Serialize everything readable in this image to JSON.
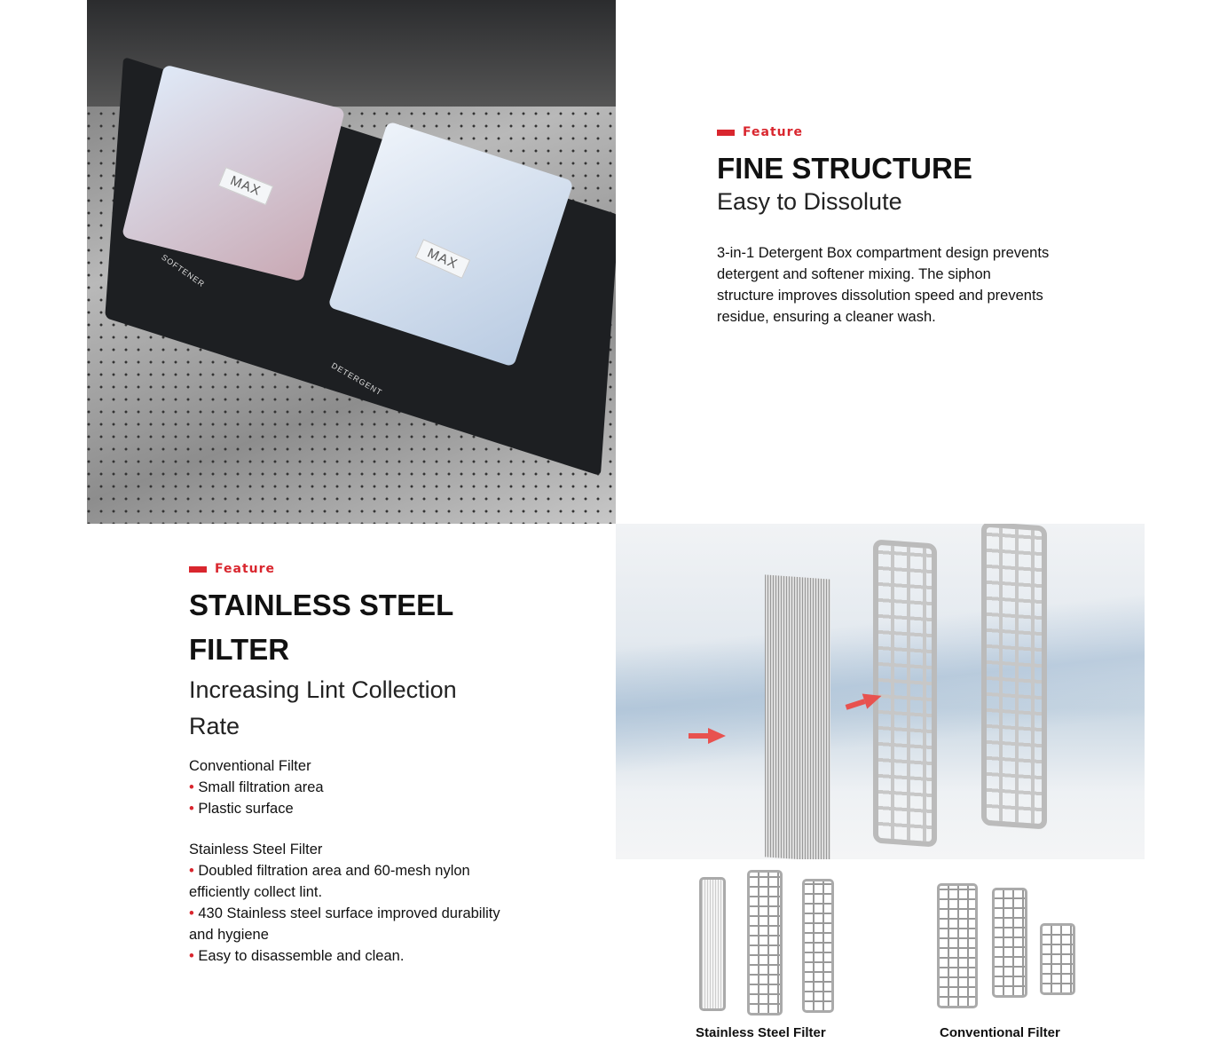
{
  "section1": {
    "tag": "Feature",
    "title": "FINE STRUCTURE",
    "subtitle": "Easy to Dissolute",
    "body": "3-in-1 Detergent Box compartment design prevents detergent and softener mixing. The siphon structure improves dissolution speed and prevents residue, ensuring a cleaner wash.",
    "image_labels": [
      "MAX",
      "MAX",
      "SOFTENER",
      "DETERGENT"
    ]
  },
  "section2": {
    "tag": "Feature",
    "title": "STAINLESS STEEL FILTER",
    "subtitle": "Increasing Lint Collection Rate",
    "conventional_heading": "Conventional Filter",
    "conventional_points": [
      "Small filtration area",
      "Plastic surface"
    ],
    "stainless_heading": "Stainless Steel Filter",
    "stainless_points": [
      "Doubled filtration area and 60-mesh nylon efficiently collect lint.",
      "430 Stainless steel surface improved durability and hygiene",
      "Easy to disassemble and clean."
    ],
    "captions": {
      "stainless": "Stainless Steel Filter",
      "conventional": "Conventional Filter"
    }
  },
  "colors": {
    "accent": "#d9262e",
    "arrow": "#e8524f"
  }
}
